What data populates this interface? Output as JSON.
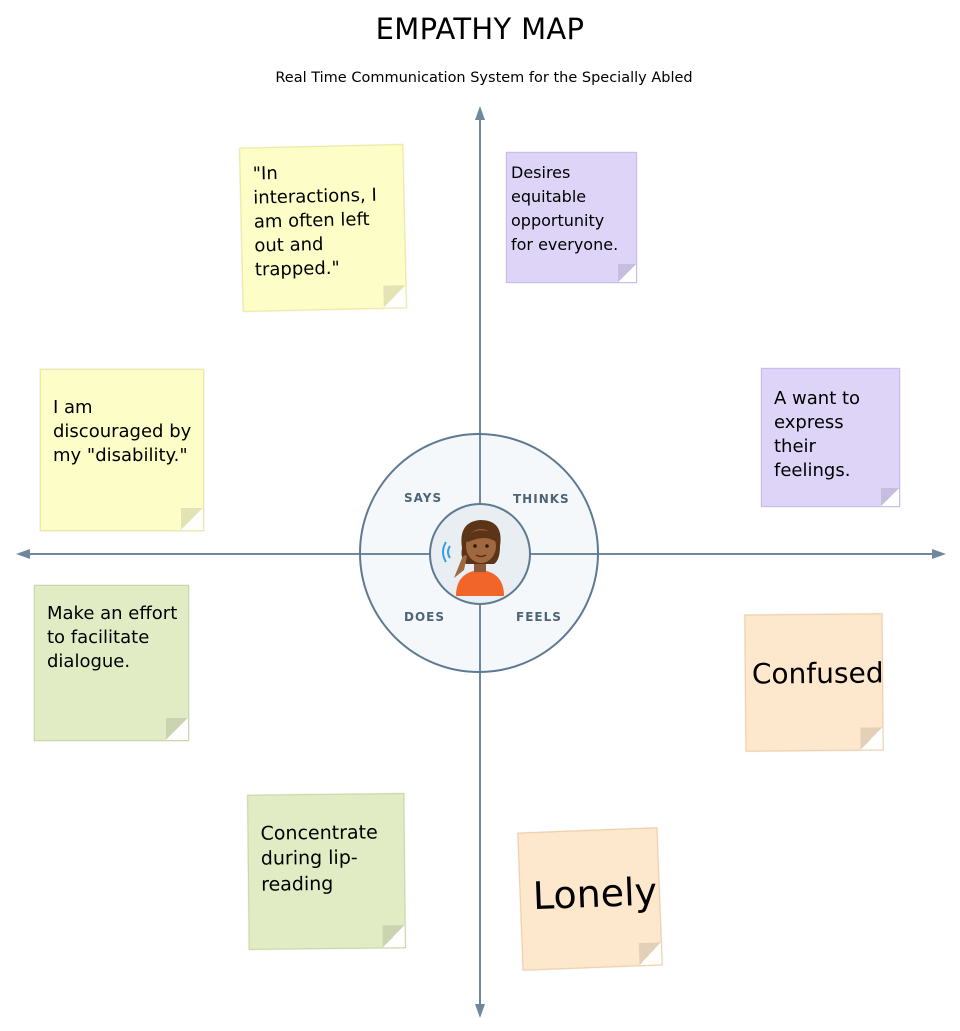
{
  "title": "EMPATHY MAP",
  "subtitle": "Real Time Communication System for the Specially Abled",
  "quadrants": {
    "says": "SAYS",
    "thinks": "THINKS",
    "does": "DOES",
    "feels": "FEELS"
  },
  "avatar": {
    "icon": "person-deaf-icon"
  },
  "notes": {
    "says_1": "\"In interactions, I am often left out and trapped.\"",
    "says_2": "I am discouraged by my \"disability.\"",
    "thinks_1": "Desires equitable opportunity for everyone.",
    "thinks_2": "A want to express their feelings.",
    "does_1": "Make an effort to facilitate dialogue.",
    "does_2": "Concentrate during lip-reading",
    "feels_1": "Confused",
    "feels_2": "Lonely"
  },
  "colors": {
    "axis": "#6f889e",
    "says": "#fdfdc8",
    "thinks": "#ddd4f8",
    "does": "#e1ecc4",
    "feels": "#fde7cd"
  }
}
